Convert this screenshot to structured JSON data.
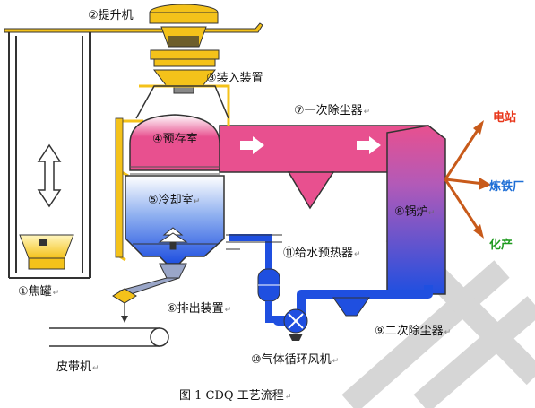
{
  "labels": {
    "lift": "②提升机",
    "charging": "③装入装置",
    "primary_dust": "⑦一次除尘器",
    "pre_chamber": "④预存室",
    "cooling": "⑤冷却室",
    "boiler": "⑧锅炉",
    "preheater": "⑪给水预热器",
    "coke_tank": "①焦罐",
    "discharge": "⑥排出装置",
    "secondary_dust": "⑨二次除尘器",
    "belt": "皮带机",
    "fan": "⑩气体循环风机"
  },
  "destinations": {
    "power": "电站",
    "steel": "炼铁厂",
    "chem": "化产"
  },
  "caption": "图 1 CDQ 工艺流程",
  "edit_mark": "↵",
  "colors": {
    "power": "#e8371b",
    "steel": "#1f6fd6",
    "chem": "#1e9a1e",
    "gas_duct": "#e8508f",
    "coolant_pipe": "#1f4fe0",
    "machinery": "#f4c21a",
    "arrow": "#c85a1a"
  }
}
